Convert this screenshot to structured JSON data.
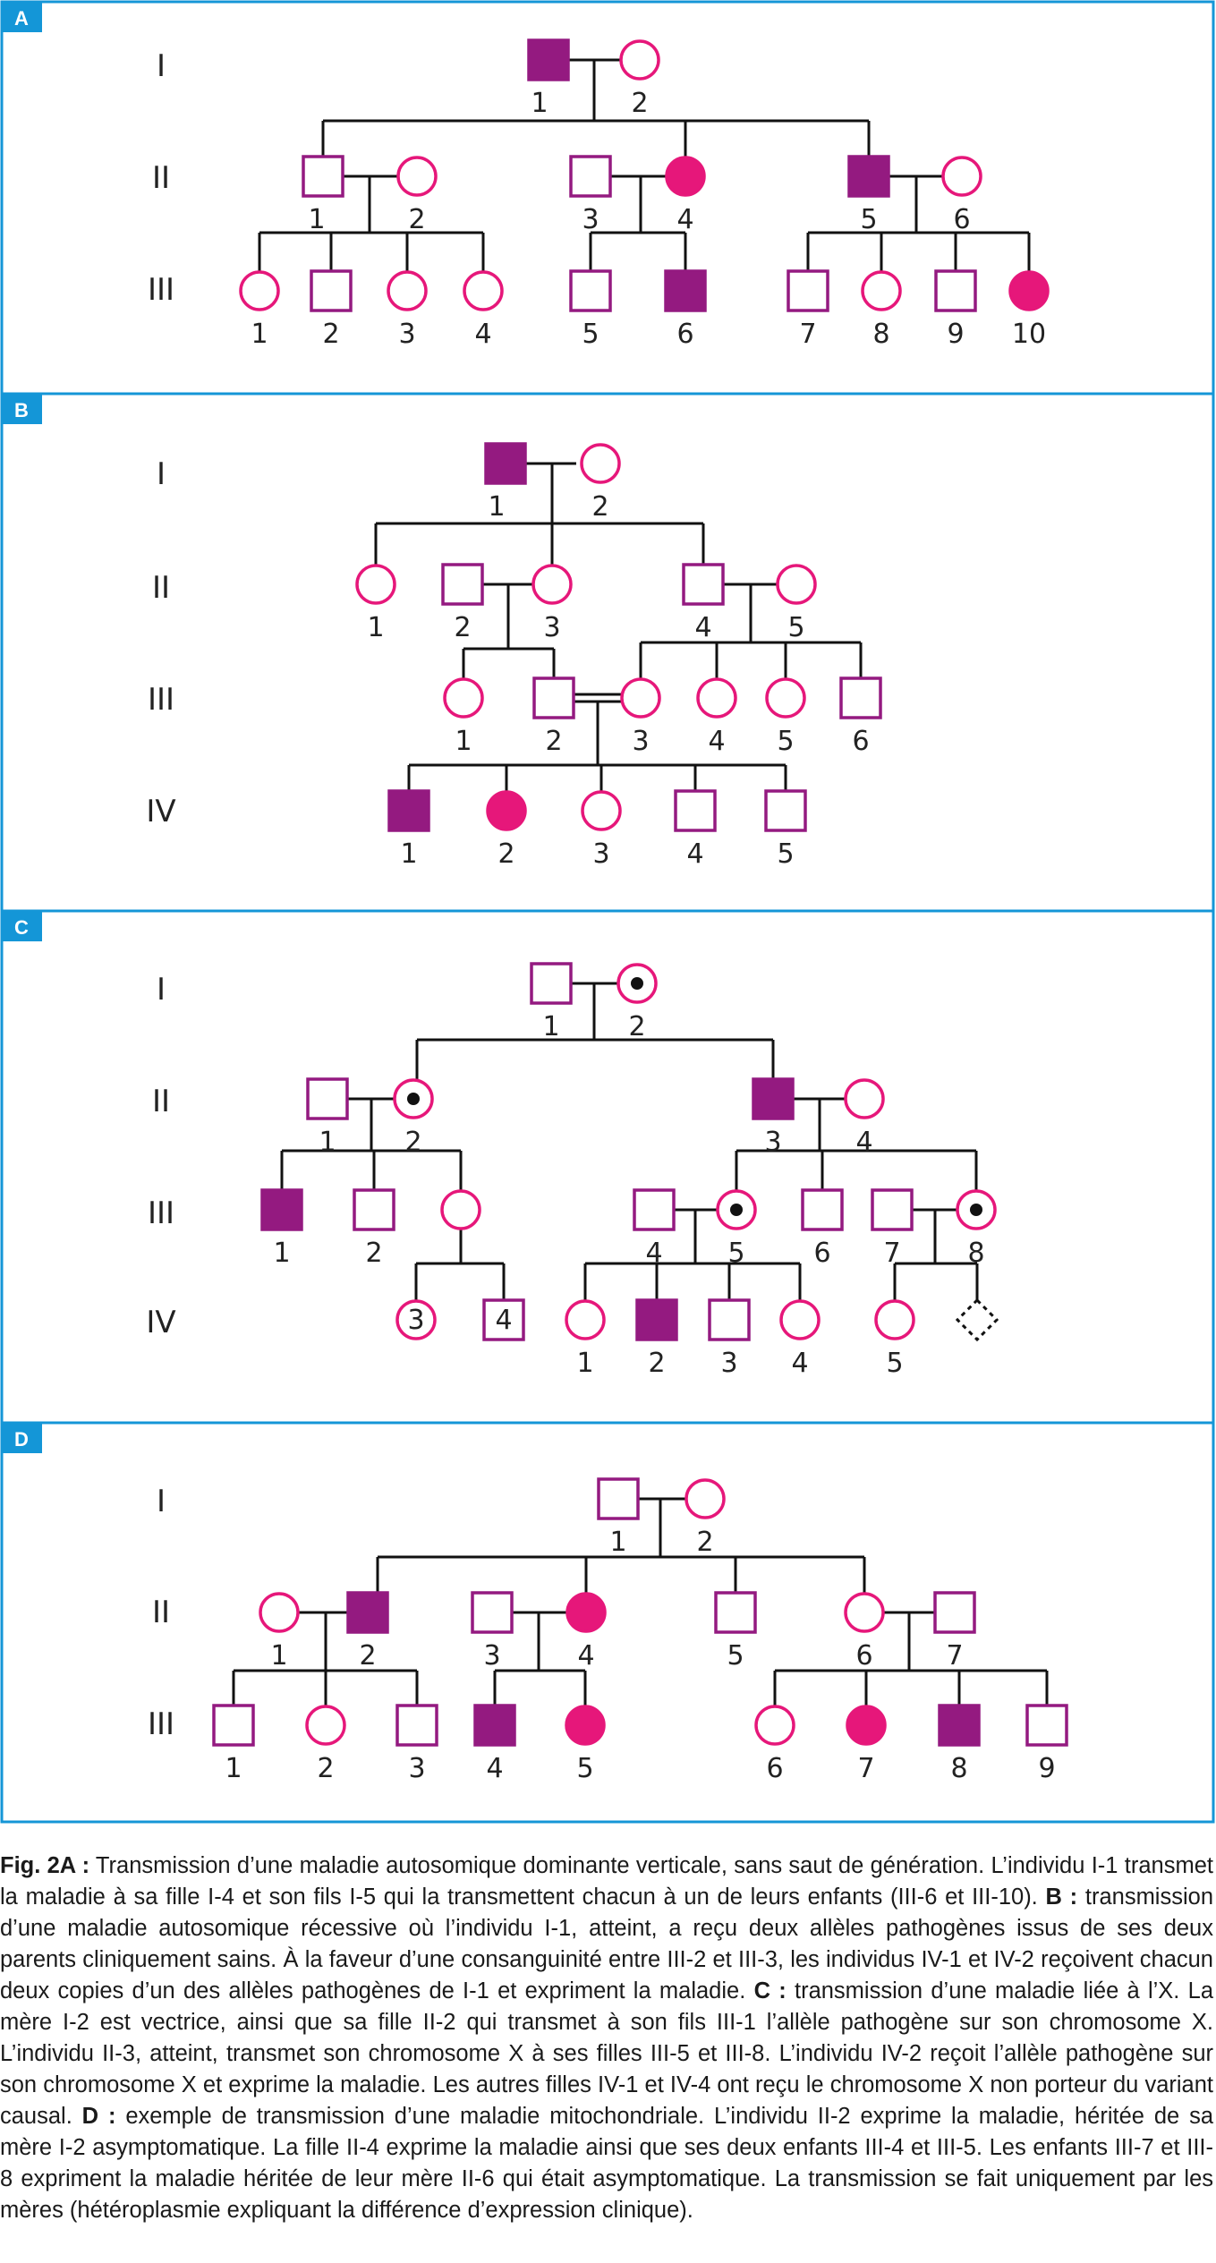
{
  "colors": {
    "frame": "#1496d7",
    "square_stroke": "#941a80",
    "affected_male": "#941a80",
    "circle_stroke": "#e6177a",
    "affected_female": "#e6177a",
    "line": "#111111"
  },
  "panels": [
    {
      "label": "A",
      "generations": [
        "I",
        "II",
        "III"
      ],
      "individuals": [
        {
          "id": "I-1",
          "sex": "male",
          "status": "affected",
          "label": "1"
        },
        {
          "id": "I-2",
          "sex": "female",
          "status": "unaffected",
          "label": "2"
        },
        {
          "id": "II-1",
          "sex": "male",
          "status": "unaffected",
          "label": "1"
        },
        {
          "id": "II-2",
          "sex": "female",
          "status": "unaffected",
          "label": "2"
        },
        {
          "id": "II-3",
          "sex": "male",
          "status": "unaffected",
          "label": "3"
        },
        {
          "id": "II-4",
          "sex": "female",
          "status": "affected",
          "label": "4"
        },
        {
          "id": "II-5",
          "sex": "male",
          "status": "affected",
          "label": "5"
        },
        {
          "id": "II-6",
          "sex": "female",
          "status": "unaffected",
          "label": "6"
        },
        {
          "id": "III-1",
          "sex": "female",
          "status": "unaffected",
          "label": "1"
        },
        {
          "id": "III-2",
          "sex": "male",
          "status": "unaffected",
          "label": "2"
        },
        {
          "id": "III-3",
          "sex": "female",
          "status": "unaffected",
          "label": "3"
        },
        {
          "id": "III-4",
          "sex": "female",
          "status": "unaffected",
          "label": "4"
        },
        {
          "id": "III-5",
          "sex": "male",
          "status": "unaffected",
          "label": "5"
        },
        {
          "id": "III-6",
          "sex": "male",
          "status": "affected",
          "label": "6"
        },
        {
          "id": "III-7",
          "sex": "male",
          "status": "unaffected",
          "label": "7"
        },
        {
          "id": "III-8",
          "sex": "female",
          "status": "unaffected",
          "label": "8"
        },
        {
          "id": "III-9",
          "sex": "male",
          "status": "unaffected",
          "label": "9"
        },
        {
          "id": "III-10",
          "sex": "female",
          "status": "affected",
          "label": "10"
        }
      ]
    },
    {
      "label": "B",
      "generations": [
        "I",
        "II",
        "III",
        "IV"
      ],
      "individuals": [
        {
          "id": "I-1",
          "sex": "male",
          "status": "affected",
          "label": "1"
        },
        {
          "id": "I-2",
          "sex": "female",
          "status": "unaffected",
          "label": "2"
        },
        {
          "id": "II-1",
          "sex": "female",
          "status": "unaffected",
          "label": "1"
        },
        {
          "id": "II-2",
          "sex": "male",
          "status": "unaffected",
          "label": "2"
        },
        {
          "id": "II-3",
          "sex": "female",
          "status": "unaffected",
          "label": "3"
        },
        {
          "id": "II-4",
          "sex": "male",
          "status": "unaffected",
          "label": "4"
        },
        {
          "id": "II-5",
          "sex": "female",
          "status": "unaffected",
          "label": "5"
        },
        {
          "id": "III-1",
          "sex": "female",
          "status": "unaffected",
          "label": "1"
        },
        {
          "id": "III-2",
          "sex": "male",
          "status": "unaffected",
          "label": "2"
        },
        {
          "id": "III-3",
          "sex": "female",
          "status": "unaffected",
          "label": "3"
        },
        {
          "id": "III-4",
          "sex": "female",
          "status": "unaffected",
          "label": "4"
        },
        {
          "id": "III-5",
          "sex": "female",
          "status": "unaffected",
          "label": "5"
        },
        {
          "id": "III-6",
          "sex": "male",
          "status": "unaffected",
          "label": "6"
        },
        {
          "id": "IV-1",
          "sex": "male",
          "status": "affected",
          "label": "1"
        },
        {
          "id": "IV-2",
          "sex": "female",
          "status": "affected",
          "label": "2"
        },
        {
          "id": "IV-3",
          "sex": "female",
          "status": "unaffected",
          "label": "3"
        },
        {
          "id": "IV-4",
          "sex": "male",
          "status": "unaffected",
          "label": "4"
        },
        {
          "id": "IV-5",
          "sex": "male",
          "status": "unaffected",
          "label": "5"
        }
      ]
    },
    {
      "label": "C",
      "generations": [
        "I",
        "II",
        "III",
        "IV"
      ],
      "individuals": [
        {
          "id": "I-1",
          "sex": "male",
          "status": "unaffected",
          "label": "1"
        },
        {
          "id": "I-2",
          "sex": "female",
          "status": "carrier",
          "label": "2"
        },
        {
          "id": "II-1",
          "sex": "male",
          "status": "unaffected",
          "label": "1"
        },
        {
          "id": "II-2",
          "sex": "female",
          "status": "carrier",
          "label": "2"
        },
        {
          "id": "II-3",
          "sex": "male",
          "status": "affected",
          "label": "3"
        },
        {
          "id": "II-4",
          "sex": "female",
          "status": "unaffected",
          "label": "4"
        },
        {
          "id": "III-1",
          "sex": "male",
          "status": "affected",
          "label": "1"
        },
        {
          "id": "III-2",
          "sex": "male",
          "status": "unaffected",
          "label": "2"
        },
        {
          "id": "III-3",
          "sex": "female",
          "status": "unaffected",
          "label": ""
        },
        {
          "id": "III-4",
          "sex": "male",
          "status": "unaffected",
          "label": "4"
        },
        {
          "id": "III-5",
          "sex": "female",
          "status": "carrier",
          "label": "5"
        },
        {
          "id": "III-6",
          "sex": "male",
          "status": "unaffected",
          "label": "6"
        },
        {
          "id": "III-7",
          "sex": "male",
          "status": "unaffected",
          "label": "7"
        },
        {
          "id": "III-8",
          "sex": "female",
          "status": "carrier",
          "label": "8"
        },
        {
          "id": "IV-group-f",
          "sex": "female",
          "status": "unaffected",
          "count": "3"
        },
        {
          "id": "IV-group-m",
          "sex": "male",
          "status": "unaffected",
          "count": "4"
        },
        {
          "id": "IV-1",
          "sex": "female",
          "status": "unaffected",
          "label": "1"
        },
        {
          "id": "IV-2",
          "sex": "male",
          "status": "affected",
          "label": "2"
        },
        {
          "id": "IV-3",
          "sex": "male",
          "status": "unaffected",
          "label": "3"
        },
        {
          "id": "IV-4",
          "sex": "female",
          "status": "unaffected",
          "label": "4"
        },
        {
          "id": "IV-5",
          "sex": "female",
          "status": "unaffected",
          "label": "5"
        },
        {
          "id": "IV-6",
          "sex": "unknown",
          "status": "unaffected",
          "label": ""
        }
      ]
    },
    {
      "label": "D",
      "generations": [
        "I",
        "II",
        "III"
      ],
      "individuals": [
        {
          "id": "I-1",
          "sex": "male",
          "status": "unaffected",
          "label": "1"
        },
        {
          "id": "I-2",
          "sex": "female",
          "status": "unaffected",
          "label": "2"
        },
        {
          "id": "II-1",
          "sex": "female",
          "status": "unaffected",
          "label": "1"
        },
        {
          "id": "II-2",
          "sex": "male",
          "status": "affected",
          "label": "2"
        },
        {
          "id": "II-3",
          "sex": "male",
          "status": "unaffected",
          "label": "3"
        },
        {
          "id": "II-4",
          "sex": "female",
          "status": "affected",
          "label": "4"
        },
        {
          "id": "II-5",
          "sex": "male",
          "status": "unaffected",
          "label": "5"
        },
        {
          "id": "II-6",
          "sex": "female",
          "status": "unaffected",
          "label": "6"
        },
        {
          "id": "II-7",
          "sex": "male",
          "status": "unaffected",
          "label": "7"
        },
        {
          "id": "III-1",
          "sex": "male",
          "status": "unaffected",
          "label": "1"
        },
        {
          "id": "III-2",
          "sex": "female",
          "status": "unaffected",
          "label": "2"
        },
        {
          "id": "III-3",
          "sex": "male",
          "status": "unaffected",
          "label": "3"
        },
        {
          "id": "III-4",
          "sex": "male",
          "status": "affected",
          "label": "4"
        },
        {
          "id": "III-5",
          "sex": "female",
          "status": "affected",
          "label": "5"
        },
        {
          "id": "III-6",
          "sex": "female",
          "status": "unaffected",
          "label": "6"
        },
        {
          "id": "III-7",
          "sex": "female",
          "status": "affected",
          "label": "7"
        },
        {
          "id": "III-8",
          "sex": "male",
          "status": "affected",
          "label": "8"
        },
        {
          "id": "III-9",
          "sex": "male",
          "status": "unaffected",
          "label": "9"
        }
      ]
    }
  ],
  "caption": {
    "fig_label": "Fig. 2A :",
    "a_text": " Transmission d’une maladie autosomique dominante verticale, sans saut de génération. L’individu I-1 transmet la maladie à sa fille I-4 et son fils I-5 qui la transmettent chacun à un de leurs enfants (III-6 et III-10).",
    "b_label": "B :",
    "b_text": " transmission d’une maladie autosomique récessive où l’individu I-1, atteint, a reçu deux allèles pathogènes issus de ses deux parents cliniquement sains. À la faveur d’une consanguinité entre III-2 et III-3, les individus IV-1 et IV-2 reçoivent chacun deux copies d’un des allèles pathogènes de I-1 et expriment la maladie.",
    "c_label": "C :",
    "c_text": " transmission d’une maladie liée à l’X. La mère I-2 est vectrice, ainsi que sa fille II-2 qui transmet à son fils III-1 l’allèle pathogène sur son chromosome X. L’individu II-3, atteint, transmet son chromosome X à ses filles III-5 et III-8. L’individu IV-2 reçoit l’allèle pathogène sur son chromosome X et exprime la maladie. Les autres filles IV-1 et IV-4 ont reçu le chromosome X non porteur du variant causal.",
    "d_label": "D :",
    "d_text": " exemple de transmission d’une maladie mitochondriale. L’individu II-2 exprime la maladie, héritée de sa mère I-2 asymptomatique. La fille II-4 exprime la maladie ainsi que ses deux enfants III-4 et III-5. Les enfants III-7 et III-8 expriment la maladie héritée de leur mère II-6 qui était asymptomatique. La transmission se fait uniquement par les mères (hétéroplasmie expliquant la différence d’expression clinique)."
  }
}
